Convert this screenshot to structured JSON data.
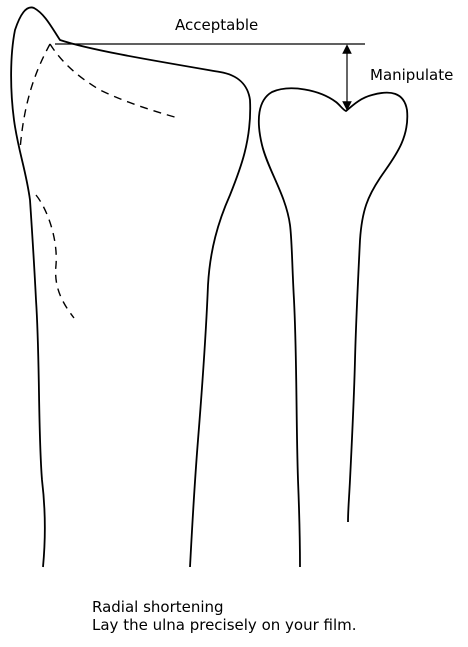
{
  "labels": {
    "acceptable": "Acceptable",
    "manipulate": "Manipulate"
  },
  "caption": {
    "title": "Radial shortening",
    "instruction": "Lay the ulna precisely on your film."
  },
  "colors": {
    "stroke": "#000000",
    "background": "#ffffff"
  }
}
